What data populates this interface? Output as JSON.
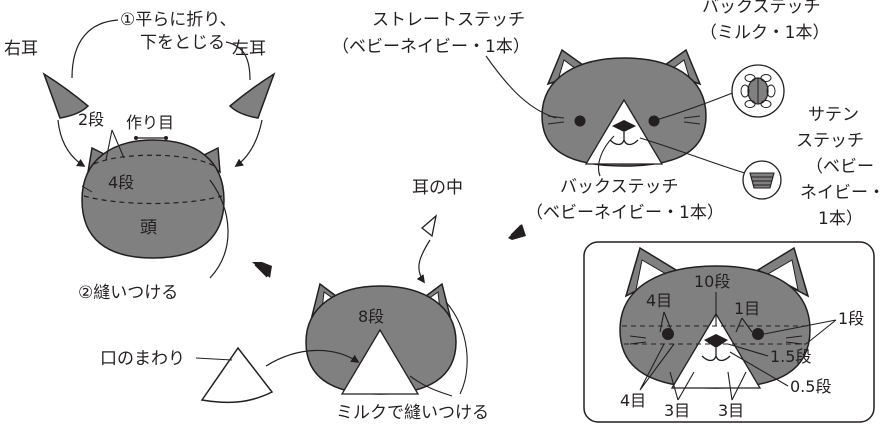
{
  "colors": {
    "gray": "#808080",
    "stroke": "#231f20",
    "white": "#ffffff"
  },
  "left": {
    "fold_step": "①平らに折り、",
    "fold_step2": "下をとじる",
    "right_ear": "右耳",
    "left_ear": "左耳",
    "rows2": "2段",
    "start": "作り目",
    "rows4": "4段",
    "head": "頭",
    "sew_on": "②縫いつける"
  },
  "middle": {
    "inner_ear": "耳の中",
    "rows8": "8段",
    "mouth_area": "口のまわり",
    "sew_milk": "ミルクで縫いつける"
  },
  "right": {
    "straight_stitch": "ストレートステッチ",
    "straight_color": "（ベビーネイビー・1本）",
    "back_stitch_top": "バックステッチ",
    "back_color_top": "（ミルク・1本）",
    "satin1": "サテン",
    "satin2": "ステッチ",
    "satin3": "（ベビー",
    "satin4": "ネイビー・",
    "satin5": "1本）",
    "back_stitch_bottom": "バックステッチ",
    "back_color_bottom": "（ベビーネイビー・1本）"
  },
  "detail": {
    "rows10": "10段",
    "st4_top": "4目",
    "st1": "1目",
    "row1": "1段",
    "row15": "1.5段",
    "row05": "0.5段",
    "st4_bottom": "4目",
    "st3a": "3目",
    "st3b": "3目"
  }
}
